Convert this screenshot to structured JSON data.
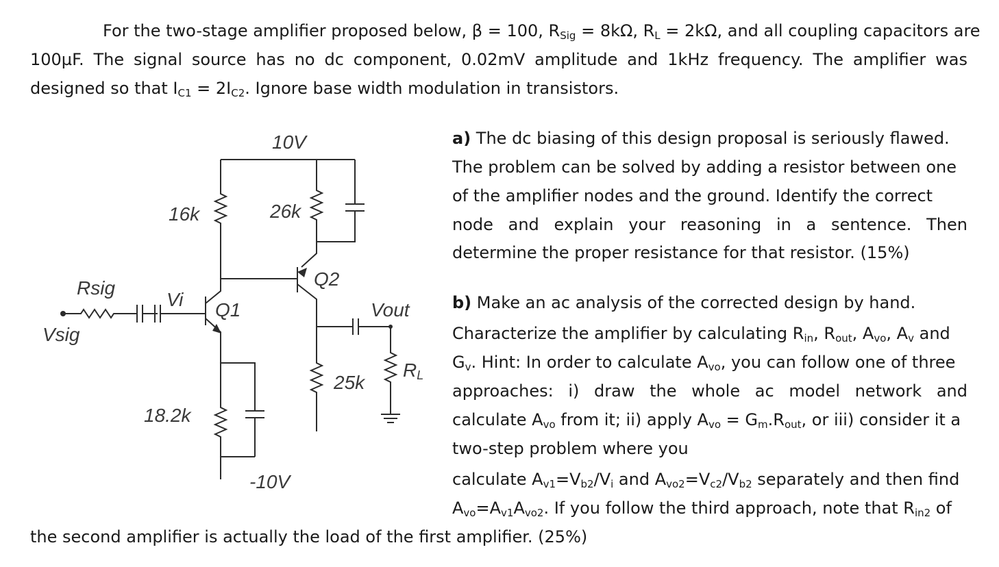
{
  "intro": {
    "line1_text": "For the two-stage amplifier proposed below, β = 100, R",
    "line1_rsig_sub": "Sig",
    "line1_mid": " = 8kΩ, R",
    "line1_rl_sub": "L",
    "line1_end": " = 2kΩ, and all coupling capacitors are",
    "line2": "100µF. The signal source has no dc component, 0.02mV amplitude and 1kHz frequency. The amplifier was",
    "line3_a": "designed so that I",
    "line3_sub1": "C1",
    "line3_b": " = 2I",
    "line3_sub2": "C2",
    "line3_c": ". Ignore base width modulation in transistors."
  },
  "part_a": {
    "label": "a)",
    "lines": [
      " The dc biasing of this design proposal is seriously flawed.",
      "The problem can be solved by adding a resistor between one",
      "of the amplifier nodes and the ground. Identify the correct",
      "node and explain your reasoning in a sentence. Then",
      "determine the proper resistance for that resistor. (15%)"
    ]
  },
  "part_b": {
    "label": "b)",
    "line1": " Make an ac analysis of the corrected design by hand.",
    "line2_a": "Characterize the amplifier by calculating R",
    "line2_sub1": "in",
    "line2_b": ", R",
    "line2_sub2": "out",
    "line2_c": ", A",
    "line2_sub3": "vo",
    "line2_d": ", A",
    "line2_sub4": "v",
    "line2_e": " and",
    "line3_a": "G",
    "line3_sub1": "v",
    "line3_b": ". Hint: In order to calculate A",
    "line3_sub2": "vo",
    "line3_c": ", you can follow one of three",
    "line4": "approaches: i) draw the whole ac model network and",
    "line5_a": "calculate A",
    "line5_sub1": "vo",
    "line5_b": " from it; ii) apply A",
    "line5_sub2": "vo",
    "line5_c": " = G",
    "line5_sub3": "m",
    "line5_d": ".R",
    "line5_sub4": "out",
    "line5_e": ", or iii) consider it a",
    "line6": "two-step problem where you",
    "line7_a": "calculate A",
    "line7_sub1": "v1",
    "line7_b": "=V",
    "line7_sub2": "b2",
    "line7_c": "/V",
    "line7_sub3": "i",
    "line7_d": " and A",
    "line7_sub4": "vo2",
    "line7_e": "=V",
    "line7_sub5": "c2",
    "line7_f": "/V",
    "line7_sub6": "b2",
    "line7_g": " separately and then find",
    "line8_a": "A",
    "line8_sub1": "vo",
    "line8_b": "=A",
    "line8_sub2": "v1",
    "line8_c": "A",
    "line8_sub3": "vo2",
    "line8_d": ". If you follow the third approach, note that R",
    "line8_sub4": "in2",
    "line8_e": " of",
    "line9": "the second amplifier is actually the load of the first amplifier. (25%)"
  },
  "circuit": {
    "vcc": "10V",
    "vee": "-10V",
    "r_c1": "16k",
    "r_c2": "26k",
    "r_e1": "18.2k",
    "r_e2": "25k",
    "rsig": "Rsig",
    "vsig": "Vsig",
    "vi": "Vi",
    "q1": "Q1",
    "q2": "Q2",
    "vout": "Vout",
    "rl_main": "R",
    "rl_sub": "L"
  }
}
